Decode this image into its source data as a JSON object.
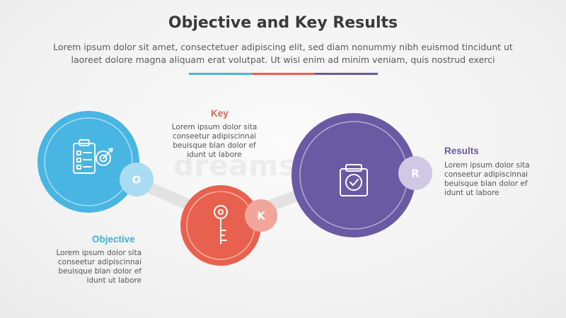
{
  "header": {
    "title": "Objective and Key Results",
    "subtitle": "Lorem ipsum dolor sit amet, consectetuer adipiscing elit, sed diam nonummy nibh euismod tincidunt ut laoreet dolore magna aliquam erat volutpat. Ut wisi enim ad minim veniam, quis nostrud exerci"
  },
  "colors": {
    "objective": "#48b5e2",
    "key": "#e8614f",
    "results": "#6a5aa4"
  },
  "steps": [
    {
      "letter": "O",
      "heading": "Objective",
      "text": "Lorem ipsum dolor sita conseetur adipiscinnai beuisque blan dolor ef idunt ut labore",
      "icon": "clipboard-target-icon"
    },
    {
      "letter": "K",
      "heading": "Key",
      "text": "Lorem ipsum dolor sita conseetur adipiscinnai beuisque blan dolor ef idunt ut labore",
      "icon": "key-icon"
    },
    {
      "letter": "R",
      "heading": "Results",
      "text": "Lorem ipsum dolor sita conseetur adipiscinnai beuisque blan dolor ef idunt ut labore",
      "icon": "clipboard-check-icon"
    }
  ],
  "watermark": "dreamstime"
}
